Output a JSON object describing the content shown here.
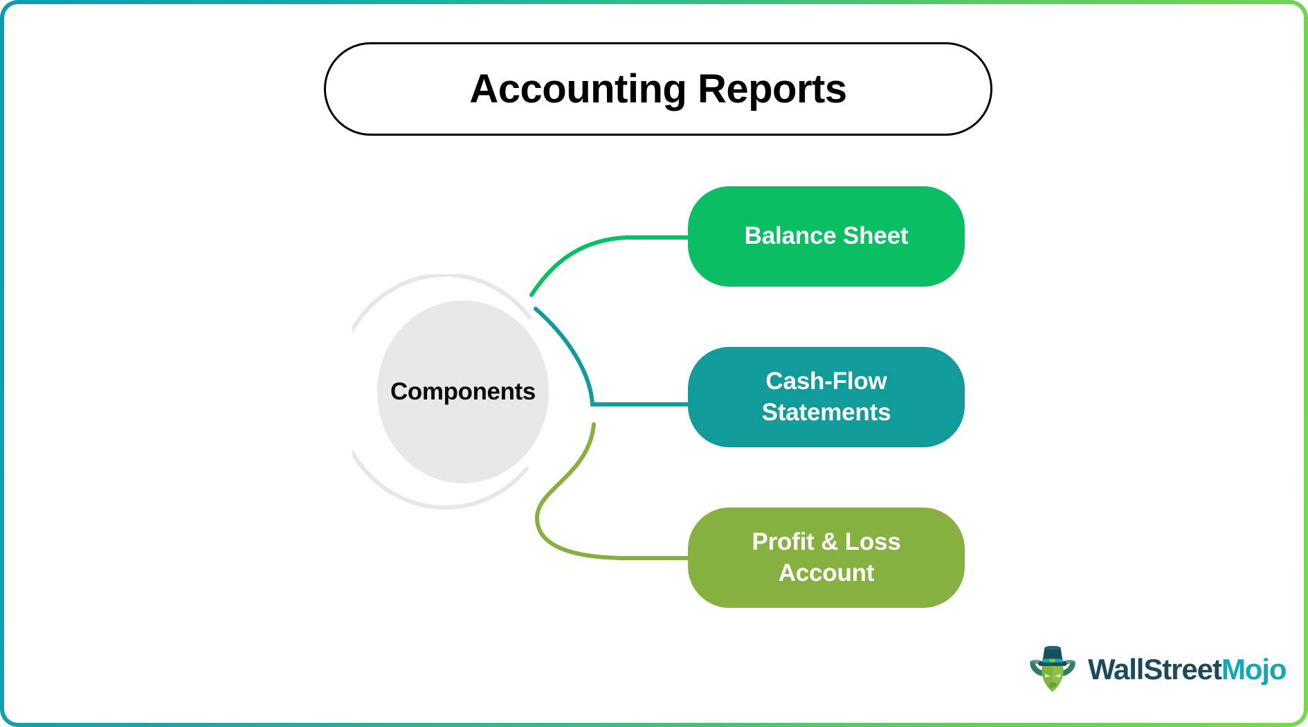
{
  "frame": {
    "border_gradient_from": "#0E9BB0",
    "border_gradient_to": "#76DB4C",
    "background": "#ffffff"
  },
  "title": {
    "text": "Accounting Reports",
    "border_color": "#000000",
    "text_color": "#000000"
  },
  "hub": {
    "label": "Components",
    "core_color": "#E7E8EA",
    "ring_color": "#E6E7E8",
    "text_color": "#0A0A0A"
  },
  "nodes": [
    {
      "label": "Balance Sheet",
      "color": "#0ABE63",
      "text_color": "#FFFFFF",
      "connector_color": "#0ABE63"
    },
    {
      "label": "Cash-Flow Statements",
      "color": "#129B9B",
      "text_color": "#FFFFFF",
      "connector_color": "#129B9B"
    },
    {
      "label": "Profit & Loss Account",
      "color": "#86B040",
      "text_color": "#FFFFFF",
      "connector_color": "#86B040"
    }
  ],
  "logo": {
    "word_part_1": "WallStreet",
    "word_part_2": "Mojo",
    "color_part_1": "#1C4A5A",
    "color_part_2": "#15A7B6",
    "mark_hat_color": "#16505E",
    "mark_face_color": "#8CC04A",
    "mark_horn_color": "#2F7A6B"
  }
}
